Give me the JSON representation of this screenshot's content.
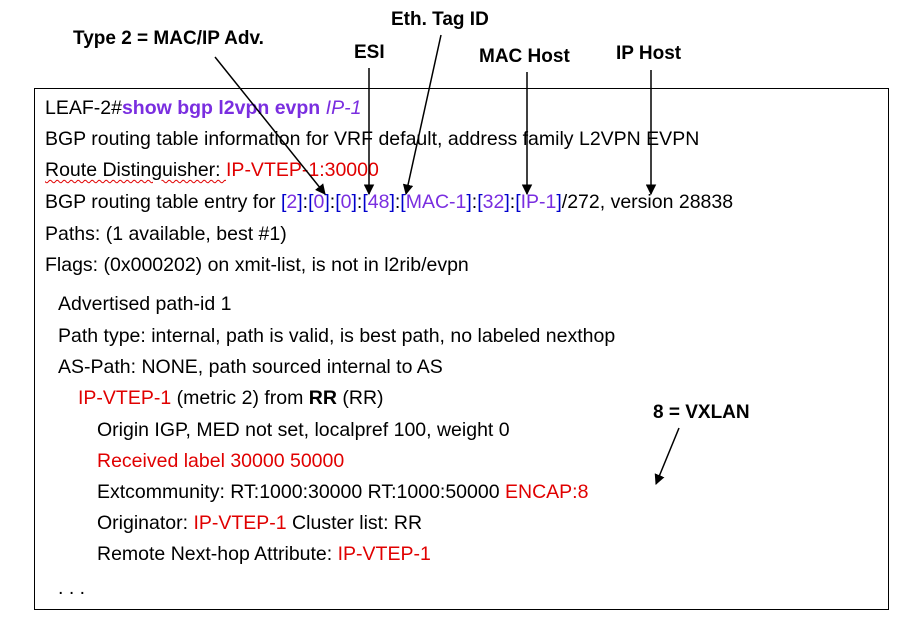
{
  "callouts": {
    "type2": "Type 2 = MAC/IP Adv.",
    "eth_tag": "Eth. Tag ID",
    "esi": "ESI",
    "mac_host": "MAC Host",
    "ip_host": "IP Host",
    "vxlan": "8 = VXLAN"
  },
  "cli": {
    "l1": {
      "prompt": "LEAF-2#",
      "cmd": "show bgp l2vpn evpn",
      "arg": "IP-1"
    },
    "l2": "BGP routing table information for VRF default, address family L2VPN EVPN",
    "l3": {
      "label": "Route Distinguisher: ",
      "rd": "IP-VTEP-1:30000"
    },
    "l4": {
      "prefix": "BGP routing table entry for ",
      "b1o": "[",
      "v1": "2",
      "b1c": "]",
      "c1": ":",
      "b2o": "[",
      "v2": "0",
      "b2c": "]",
      "c2": ":",
      "b3o": "[",
      "v3": "0",
      "b3c": "]",
      "c3": ":",
      "b4o": "[",
      "v4": "48",
      "b4c": "]",
      "c4": ":",
      "b5o": "[",
      "v5": "MAC-1",
      "b5c": "]",
      "c5": ":",
      "b6o": "[",
      "v6": "32",
      "b6c": "]",
      "c6": ":",
      "b7o": "[",
      "v7": "IP-1",
      "b7c": "]",
      "suffix": "/272, version 28838"
    },
    "l5": "Paths: (1 available, best #1)",
    "l6": "Flags: (0x000202) on xmit-list, is not in l2rib/evpn",
    "l7": "Advertised path-id 1",
    "l8": "Path type: internal, path is valid, is best path, no labeled nexthop",
    "l9": "AS-Path: NONE, path sourced internal to AS",
    "l10": {
      "ip": "IP-VTEP-1",
      "mid": " (metric 2) from ",
      "rr1": "RR",
      "rr2": "(RR)"
    },
    "l11": "Origin IGP, MED not set, localpref 100, weight 0",
    "l12": "Received label 30000 50000",
    "l13": {
      "label": "Extcommunity: ",
      "rt": "RT:1000:30000 RT:1000:50000 ",
      "encap": "ENCAP:8"
    },
    "l14": {
      "label": "Originator: ",
      "ip": "IP-VTEP-1",
      "mid": " Cluster list: ",
      "rr": "RR"
    },
    "l15": {
      "label": "Remote Next-hop Attribute: ",
      "ip": "IP-VTEP-1"
    },
    "l16": ". . ."
  },
  "colors": {
    "red": "#e00000",
    "blue": "#0000cc",
    "purple": "#7a2ee0"
  }
}
